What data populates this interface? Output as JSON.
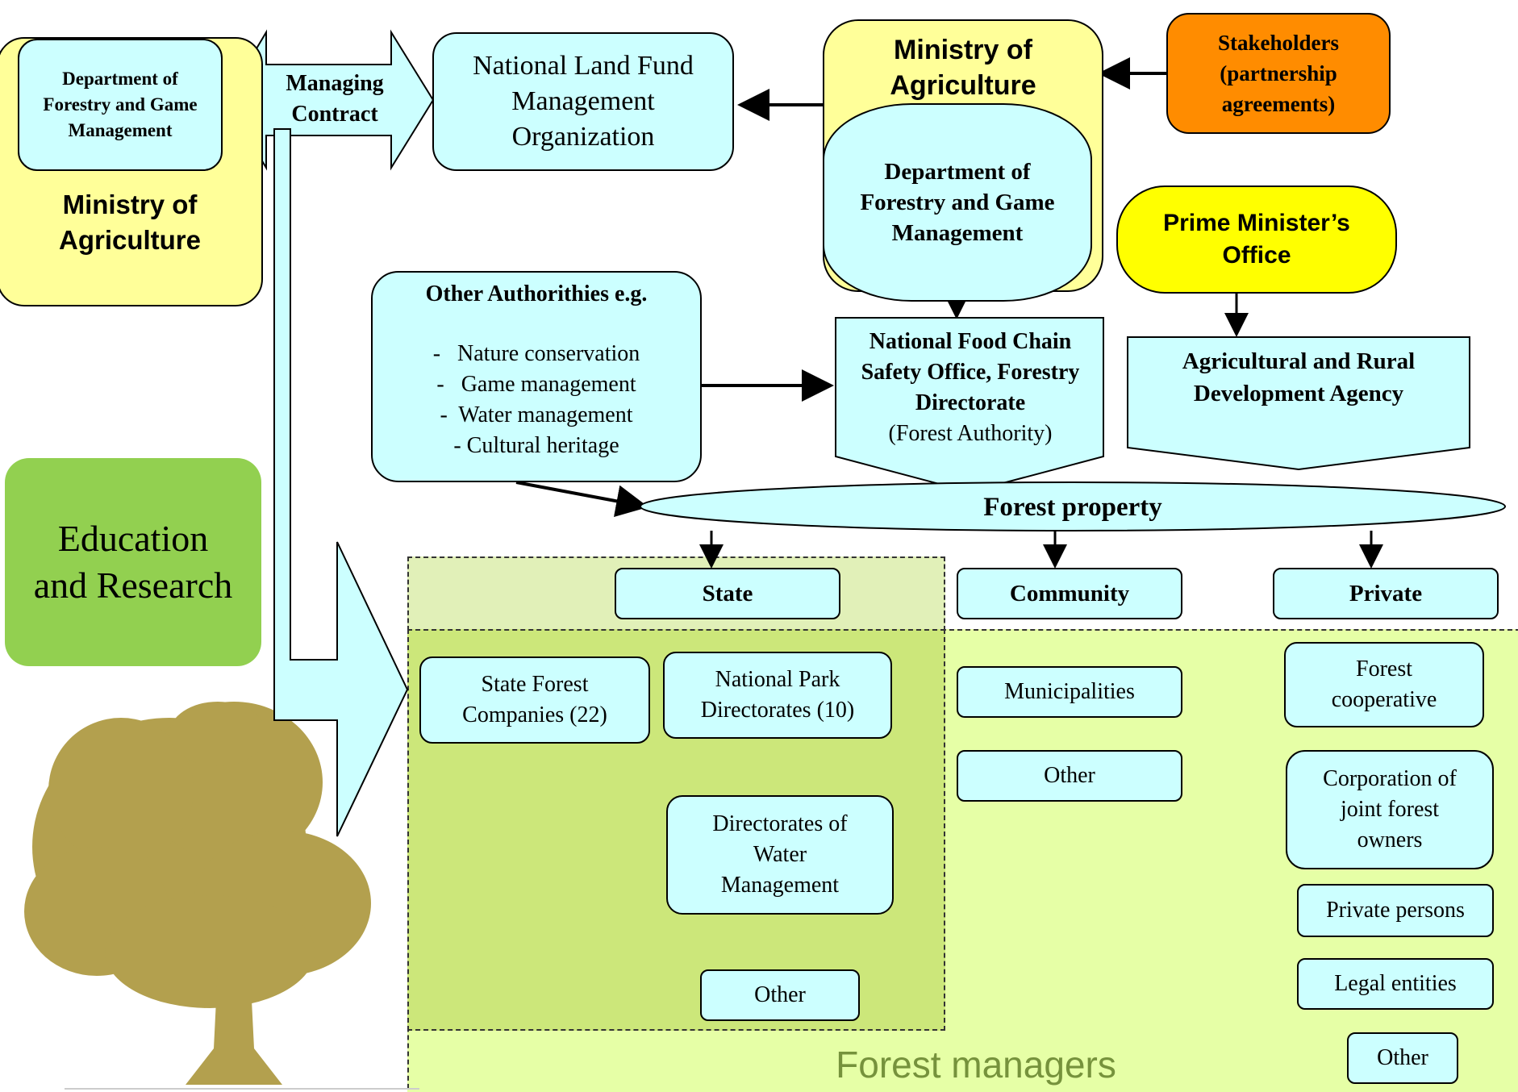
{
  "left_ministry": {
    "dept_label": "Department of Forestry and Game Management",
    "ministry_label": "Ministry of Agriculture"
  },
  "managing_contract": "Managing Contract",
  "land_fund": "National Land Fund Management Organization",
  "top_ministry": {
    "ministry_label": "Ministry of Agriculture",
    "dept_label": "Department of Forestry and Game Management"
  },
  "stakeholders": "Stakeholders (partnership agreements)",
  "prime_minister": "Prime Minister’s Office",
  "ardа_agency": "Agricultural and Rural Development Agency",
  "food_chain": {
    "title": "National Food Chain Safety Office, Forestry Directorate",
    "subtitle": "(Forest Authority)"
  },
  "other_authorities": {
    "title": "Other Authorithies e.g.",
    "items": [
      "-   Nature conservation",
      "-   Game management",
      "-  Water management",
      "- Cultural heritage"
    ]
  },
  "education": "Education and Research",
  "forest_property": "Forest property",
  "categories": {
    "state": "State",
    "community": "Community",
    "private": "Private"
  },
  "state_items": {
    "companies": "State Forest Companies (22)",
    "national_parks": "National Park Directorates (10)",
    "water": "Directorates of Water Management",
    "other": "Other"
  },
  "community_items": {
    "municipalities": "Municipalities",
    "other": "Other"
  },
  "private_items": {
    "cooperative": "Forest cooperative",
    "corporation": "Corporation of joint forest owners",
    "persons": "Private persons",
    "legal": "Legal entities",
    "other": "Other"
  },
  "forest_managers": "Forest managers",
  "colors": {
    "cyan_box": "#ccffff",
    "ministry_yellow": "#ffff99",
    "pm_yellow": "#ffff00",
    "stakeholder_orange": "#ff8c00",
    "education_green": "#92d050",
    "managers_green": "#e6ffa6",
    "state_green": "#cce77a",
    "managers_text": "#76923c",
    "tree": "#b3a04e"
  }
}
